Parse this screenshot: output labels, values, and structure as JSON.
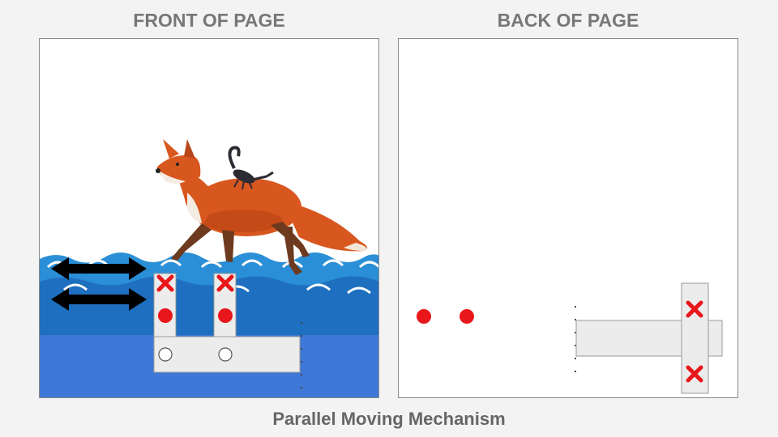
{
  "front": {
    "title": "FRONT OF PAGE"
  },
  "back": {
    "title": "BACK OF PAGE"
  },
  "caption": "Parallel Moving Mechanism",
  "colors": {
    "water_light": "#2a8fd6",
    "water_dark": "#1e6fbf",
    "water_deep": "#3f78d6",
    "slider": "#ececec",
    "marker_red": "#e8171b",
    "fox_orange": "#d8571f",
    "arrow": "#000000"
  },
  "icons": {
    "fox": "fox-illustration",
    "scorpion": "scorpion-illustration",
    "fixed_point": "red-x-icon",
    "hole": "red-dot-icon",
    "pivot": "hollow-circle-icon",
    "motion": "double-headed-arrow-icon"
  }
}
